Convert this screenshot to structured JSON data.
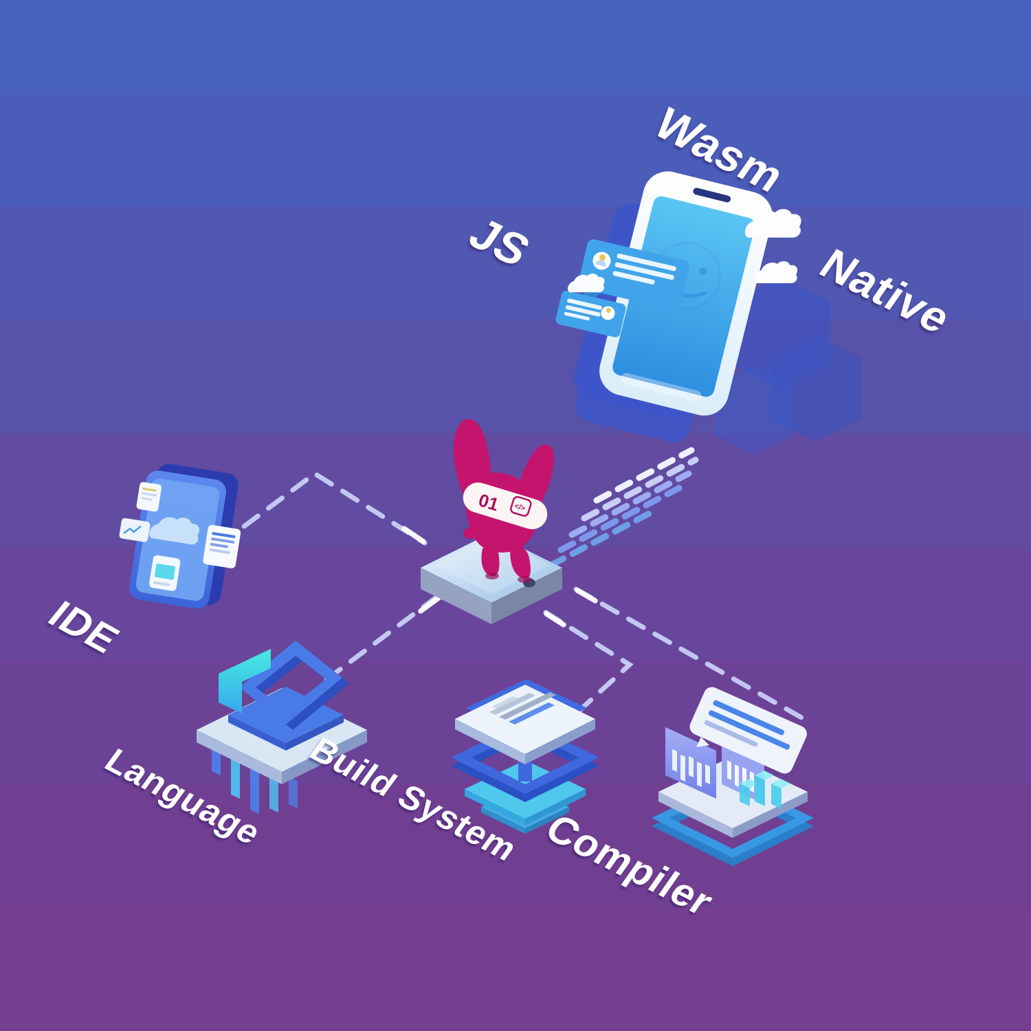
{
  "scene": {
    "labels": {
      "js": "JS",
      "wasm": "Wasm",
      "native": "Native",
      "ide": "IDE",
      "language": "Language",
      "build_system": "Build System",
      "compiler": "Compiler"
    },
    "mascot": {
      "badge_text": "01",
      "badge_code": "</>"
    },
    "colors": {
      "background_top": "#4760be",
      "background_bottom": "#763e90",
      "label_text": "#ffffff",
      "mascot_magenta": "#c4146e",
      "device_blue": "#41a4ea",
      "accent_cyan": "#4fd0ea",
      "accent_blue": "#4a7ae6"
    },
    "diagram": {
      "center_node": "mascot-chip",
      "tool_nodes": [
        "IDE",
        "Language",
        "Build System",
        "Compiler"
      ],
      "output_targets": [
        "JS",
        "Wasm",
        "Native"
      ]
    }
  }
}
